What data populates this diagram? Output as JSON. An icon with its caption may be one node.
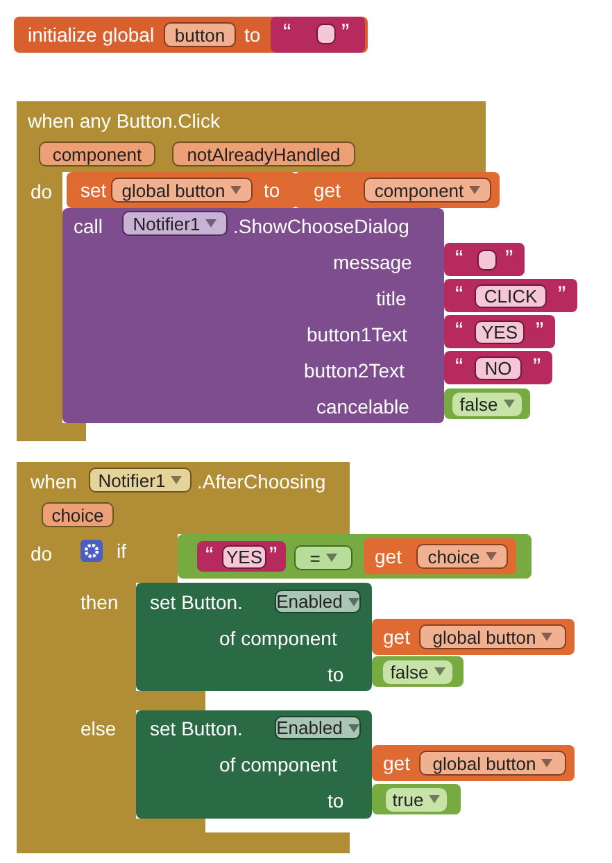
{
  "diagram": {
    "nodes": [
      {
        "text": [
          "initialize global",
          "to"
        ]
      },
      {
        "text": [
          "button"
        ],
        "in": 0
      },
      {
        "text": [
          "“",
          "”"
        ],
        "in": 0
      },
      {
        "text": [],
        "shape": "box",
        "in": 2
      },
      {
        "text": [
          "when any Button.Click",
          "do"
        ]
      },
      {
        "text": [
          "component"
        ],
        "in": 4
      },
      {
        "text": [
          "notAlreadyHandled"
        ],
        "in": 4
      },
      {
        "text": [
          "set",
          "to"
        ],
        "in": 4
      },
      {
        "text": [
          "global button"
        ],
        "in": 7
      },
      {
        "text": [
          "get"
        ]
      },
      {
        "text": [
          "component"
        ],
        "in": 9
      },
      {
        "text": [
          "call",
          ".ShowChooseDialog",
          "message",
          "title",
          "button1Text",
          "button2Text",
          "cancelable"
        ],
        "in": 4
      },
      {
        "text": [
          "Notifier1"
        ],
        "in": 11
      },
      {
        "text": [
          "“",
          "”"
        ]
      },
      {
        "text": [],
        "shape": "box",
        "in": 13
      },
      {
        "text": [
          "“",
          "”"
        ]
      },
      {
        "text": [
          "CLICK"
        ],
        "in": 15
      },
      {
        "text": [
          "“",
          "”"
        ]
      },
      {
        "text": [
          "YES"
        ],
        "in": 17
      },
      {
        "text": [
          "“",
          "”"
        ]
      },
      {
        "text": [
          "NO"
        ],
        "in": 19
      },
      {
        "text": [
          "false"
        ]
      },
      {
        "text": [
          "when",
          ".AfterChoosing",
          "do"
        ]
      },
      {
        "text": [
          "Notifier1"
        ],
        "in": 22
      },
      {
        "text": [
          "choice"
        ],
        "in": 22
      },
      {
        "text": [
          "if",
          "then",
          "else"
        ],
        "in": 22
      },
      {
        "text": [],
        "shape": "box"
      },
      {
        "text": [
          "“",
          "”"
        ],
        "in": 26
      },
      {
        "text": [
          "YES"
        ],
        "in": 27
      },
      {
        "text": [
          "="
        ],
        "in": 26
      },
      {
        "text": [
          "get"
        ],
        "in": 26
      },
      {
        "text": [
          "choice"
        ],
        "in": 30
      },
      {
        "text": [
          "set Button.",
          "of component",
          "to"
        ]
      },
      {
        "text": [
          "Enabled"
        ],
        "in": 32
      },
      {
        "text": [
          "get"
        ]
      },
      {
        "text": [
          "global button"
        ],
        "in": 34
      },
      {
        "text": [
          "false"
        ]
      },
      {
        "text": [
          "set Button.",
          "of component",
          "to"
        ]
      },
      {
        "text": [
          "Enabled"
        ],
        "in": 37
      },
      {
        "text": [
          "get"
        ]
      },
      {
        "text": [
          "global button"
        ],
        "in": 39
      },
      {
        "text": [
          "true"
        ]
      }
    ]
  }
}
